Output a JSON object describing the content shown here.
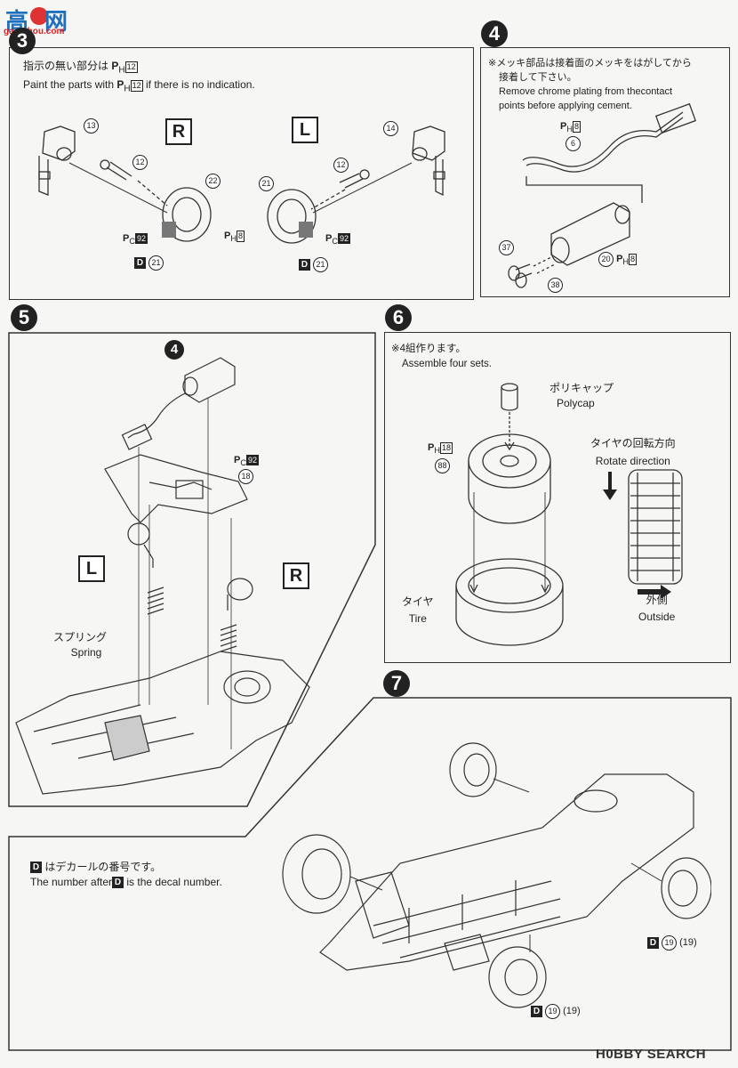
{
  "watermark": {
    "top": "高",
    "cn": "网",
    "url": "gao-shou.com"
  },
  "footer_watermark": "H0BBY SEARCH",
  "step3": {
    "number": "3",
    "note_jp_prefix": "指示の無い部分は",
    "note_en_prefix": "Paint the parts with",
    "note_en_suffix": "if there is no indication.",
    "paint_code": "12",
    "side_r": "R",
    "side_l": "L",
    "parts": {
      "p13": "13",
      "p12a": "12",
      "p12b": "12",
      "p14": "14",
      "p22": "22",
      "p21": "21"
    },
    "paint_ph8": "8",
    "paint_pc92a": "92",
    "paint_pc92b": "92",
    "decal_a": "21",
    "decal_b": "21"
  },
  "step4": {
    "number": "4",
    "note_jp_1": "※メッキ部品は接着面のメッキをはがしてから",
    "note_jp_2": "接着して下さい。",
    "note_en_1": "Remove chrome plating from thecontact",
    "note_en_2": "points before applying cement.",
    "paint_ph8a": "8",
    "part6": "6",
    "part37": "37",
    "part20": "20",
    "paint_ph8b": "8",
    "part38": "38"
  },
  "step5": {
    "number": "5",
    "sub4": "4",
    "paint_pc92": "92",
    "part18": "18",
    "side_l": "L",
    "side_r": "R",
    "spring_jp": "スプリング",
    "spring_en": "Spring"
  },
  "step6": {
    "number": "6",
    "note_jp": "※4組作ります。",
    "note_en": "Assemble four sets.",
    "polycap_jp": "ポリキャップ",
    "polycap_en": "Polycap",
    "paint_ph18": "18",
    "part88": "88",
    "rotate_jp": "タイヤの回転方向",
    "rotate_en": "Rotate direction",
    "tire_jp": "タイヤ",
    "tire_en": "Tire",
    "outside_jp": "外側",
    "outside_en": "Outside"
  },
  "step7": {
    "number": "7",
    "decal_note_jp": "はデカールの番号です。",
    "decal_note_en_prefix": "The number after",
    "decal_note_en_suffix": "is the decal number.",
    "decal_a1": "19",
    "decal_a2": "(19)",
    "decal_b1": "19",
    "decal_b2": "(19)"
  },
  "labels": {
    "D": "D",
    "P": "P",
    "H": "H",
    "C": "C"
  }
}
